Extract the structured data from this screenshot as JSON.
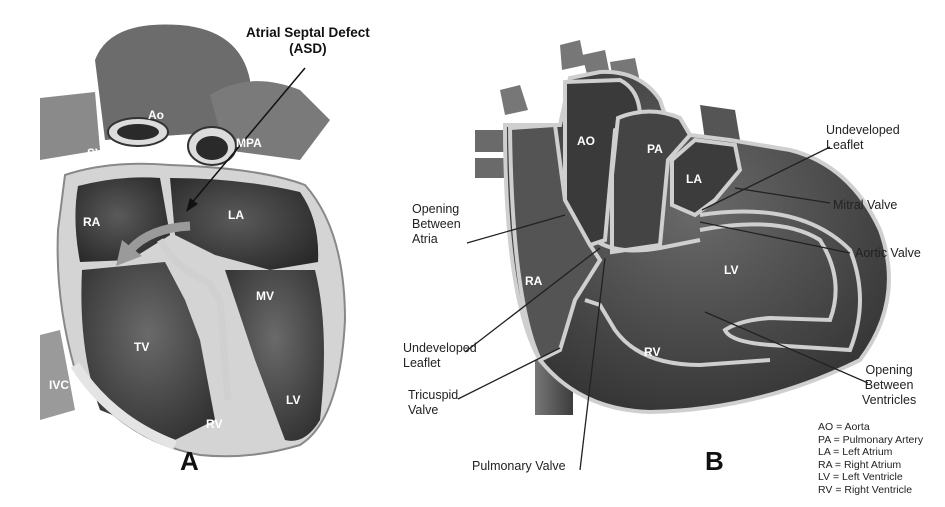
{
  "panelA": {
    "letter": "A",
    "callout": [
      "Atrial Septal Defect",
      "(ASD)"
    ],
    "labels": {
      "ao": "Ao",
      "svc": "SVC",
      "mpa": "MPA",
      "ra": "RA",
      "la": "LA",
      "mv": "MV",
      "tv": "TV",
      "ivc": "IVC",
      "rv": "RV",
      "lv": "LV"
    }
  },
  "panelB": {
    "letter": "B",
    "inner": {
      "ao": "AO",
      "pa": "PA",
      "la": "LA",
      "lv": "LV",
      "ra": "RA",
      "rv": "RV"
    },
    "callouts": {
      "undeveloped_leaflet_top": [
        "Undeveloped",
        "Leaflet"
      ],
      "mitral_valve": "Mitral Valve",
      "aortic_valve": "Aortic Valve",
      "opening_atria": [
        "Opening",
        "Between",
        "Atria"
      ],
      "undeveloped_leaflet_left": [
        "Undeveloped",
        "Leaflet"
      ],
      "tricuspid_valve": [
        "Tricuspid",
        "Valve"
      ],
      "pulmonary_valve": "Pulmonary Valve",
      "opening_ventricles": [
        "Opening",
        "Between",
        "Ventricles"
      ]
    },
    "legend": [
      "AO = Aorta",
      "PA = Pulmonary Artery",
      "LA = Left Atrium",
      "RA = Right Atrium",
      "LV = Left Ventricle",
      "RV = Right Ventricle"
    ]
  },
  "colors": {
    "chamber": "#3a3a3a",
    "wall": "#cfcfcf",
    "ink": "#222222"
  }
}
